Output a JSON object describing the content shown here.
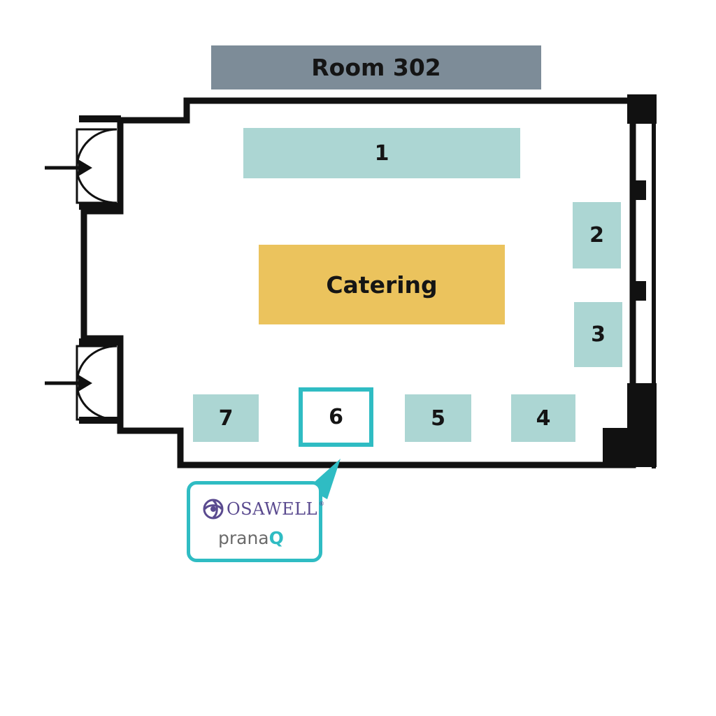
{
  "room": {
    "name": "Room 302"
  },
  "booths": [
    {
      "number": "1"
    },
    {
      "number": "2"
    },
    {
      "number": "3"
    },
    {
      "number": "4"
    },
    {
      "number": "5"
    },
    {
      "number": "6"
    },
    {
      "number": "7"
    }
  ],
  "catering": {
    "label": "Catering"
  },
  "highlighted_booth": "6",
  "exhibitor": {
    "brand1": "OSAWELL",
    "brand1_mark": "®",
    "brand2_prefix": "prana",
    "brand2_suffix": "Q"
  },
  "colors": {
    "banner": "#7d8c98",
    "booth": "#acd6d3",
    "catering": "#ebc35d",
    "highlight": "#2fbcc3",
    "wall": "#111111",
    "osawell_purple": "#5a4a8f"
  },
  "icons": [
    "entry-arrow-icon",
    "door-icon",
    "osawell-logo-icon"
  ]
}
